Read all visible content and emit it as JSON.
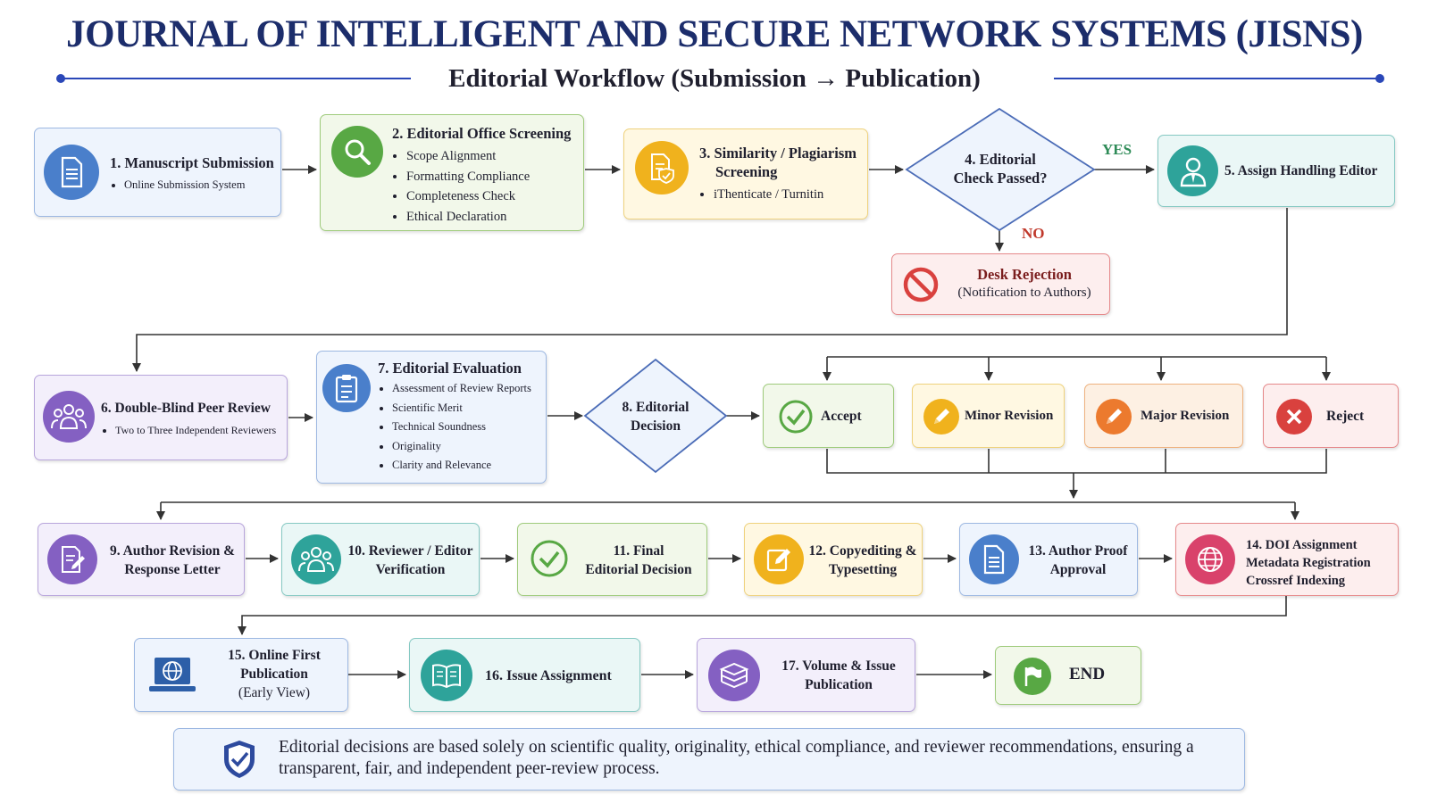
{
  "title": "JOURNAL OF INTELLIGENT AND SECURE NETWORK SYSTEMS (JISNS)",
  "subtitle": "Editorial Workflow (Submission → Publication)",
  "colors": {
    "title": "#1c2d6b",
    "blue": "#4a7fcb",
    "green": "#58a844",
    "yellow": "#f0b21d",
    "teal": "#2ea39a",
    "red": "#d9413e",
    "purple": "#8460c2",
    "orange": "#ec7a2e",
    "pink": "#d9426b"
  },
  "steps": {
    "s1": {
      "title": "1. Manuscript Submission",
      "items": [
        "Online Submission System"
      ],
      "icon": "document-icon"
    },
    "s2": {
      "title": "2. Editorial Office Screening",
      "items": [
        "Scope Alignment",
        "Formatting Compliance",
        "Completeness Check",
        "Ethical Declaration"
      ],
      "icon": "magnifier-icon"
    },
    "s3": {
      "title": "3. Similarity / Plagiarism Screening",
      "title_line1": "3. Similarity / Plagiarism",
      "title_line2": "Screening",
      "items": [
        "iThenticate / Turnitin"
      ],
      "icon": "shield-document-icon"
    },
    "s4": {
      "line1": "4. Editorial",
      "line2": "Check Passed?"
    },
    "yes": "YES",
    "no": "NO",
    "desk": {
      "title": "Desk Rejection",
      "sub": "(Notification to Authors)",
      "icon": "prohibited-icon"
    },
    "s5": {
      "title": "5. Assign Handling Editor",
      "icon": "editor-person-icon"
    },
    "s6": {
      "title": "6. Double-Blind Peer Review",
      "items": [
        "Two to Three Independent Reviewers"
      ],
      "icon": "reviewers-group-icon"
    },
    "s7": {
      "title": "7. Editorial Evaluation",
      "items": [
        "Assessment of Review Reports",
        "Scientific Merit",
        "Technical Soundness",
        "Originality",
        "Clarity and Relevance"
      ],
      "icon": "clipboard-icon"
    },
    "s8": {
      "line1": "8. Editorial",
      "line2": "Decision"
    },
    "accept": {
      "label": "Accept",
      "icon": "check-icon"
    },
    "minor": {
      "label": "Minor Revision",
      "icon": "pencil-icon"
    },
    "major": {
      "label": "Major Revision",
      "icon": "pencil-icon"
    },
    "reject": {
      "label": "Reject",
      "icon": "cross-icon"
    },
    "s9": {
      "line1": "9. Author Revision &",
      "line2": "Response Letter",
      "icon": "edit-document-icon"
    },
    "s10": {
      "line1": "10. Reviewer / Editor",
      "line2": "Verification",
      "icon": "people-icon"
    },
    "s11": {
      "line1": "11. Final",
      "line2": "Editorial Decision",
      "icon": "check-icon"
    },
    "s12": {
      "line1": "12. Copyediting &",
      "line2": "Typesetting",
      "icon": "edit-icon"
    },
    "s13": {
      "line1": "13. Author Proof",
      "line2": "Approval",
      "icon": "document-icon"
    },
    "s14": {
      "line1": "14. DOI Assignment",
      "line2": "Metadata Registration",
      "line3": "Crossref Indexing",
      "icon": "globe-icon"
    },
    "s15": {
      "line1": "15. Online First",
      "line2": "Publication",
      "line3": "(Early View)",
      "icon": "laptop-globe-icon"
    },
    "s16": {
      "title": "16. Issue Assignment",
      "icon": "book-icon"
    },
    "s17": {
      "line1": "17. Volume & Issue",
      "line2": "Publication",
      "icon": "stack-icon"
    },
    "end": {
      "label": "END",
      "icon": "flag-icon"
    }
  },
  "footer": {
    "text": "Editorial decisions are based solely on scientific quality, originality, ethical compliance, and reviewer recommendations, ensuring a transparent, fair, and independent peer-review process.",
    "icon": "shield-check-icon"
  }
}
